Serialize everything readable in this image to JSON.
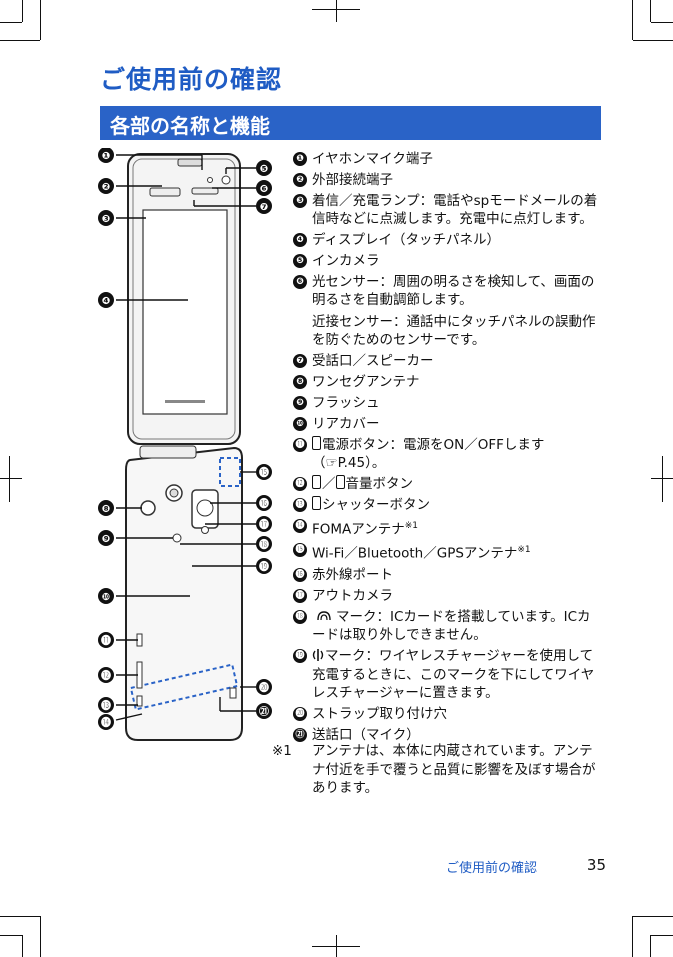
{
  "chapter_title": "ご使用前の確認",
  "section_title": "各部の名称と機能",
  "callout_numbers": [
    "❶",
    "❷",
    "❸",
    "❹",
    "❺",
    "❻",
    "❼",
    "❽",
    "❾",
    "❿",
    "⓫",
    "⓬",
    "⓭",
    "⓮",
    "⓯",
    "⓰",
    "⓱",
    "⓲",
    "⓳",
    "⓴",
    "㉑"
  ],
  "items": [
    "イヤホンマイク端子",
    "外部接続端子",
    "着信／充電ランプ：電話やspモードメールの着信時などに点滅します。充電中に点灯します。",
    "ディスプレイ（タッチパネル）",
    "インカメラ",
    "光センサー：周囲の明るさを検知して、画面の明るさを自動調節します。",
    "受話口／スピーカー",
    "ワンセグアンテナ",
    "フラッシュ",
    "リアカバー",
    "電源ボタン：電源をON／OFFします",
    "音量ボタン",
    "シャッターボタン",
    "FOMAアンテナ",
    "Wi-Fi／Bluetooth／GPSアンテナ",
    "赤外線ポート",
    "アウトカメラ",
    "マーク：ICカードを搭載しています。ICカードは取り外しできません。",
    "マーク：ワイヤレスチャージャーを使用して充電するときに、このマークを下にしてワイヤレスチャージャーに置きます。",
    "ストラップ取り付け穴",
    "送話口（マイク）"
  ],
  "item6_sub": "近接センサー：通話中にタッチパネルの誤動作を防ぐためのセンサーです。",
  "item11_ref": "（☞P.45）。",
  "volume_separator": "／",
  "footnote_ref": "※1",
  "footnote_mark": "※1",
  "footnote_text": "アンテナは、本体に内蔵されています。アンテナ付近を手で覆うと品質に影響を及ぼす場合があります。",
  "footer_label": "ご使用前の確認",
  "page_number": "35",
  "colors": {
    "accent": "#2a63c7",
    "title": "#1f5cc4"
  }
}
